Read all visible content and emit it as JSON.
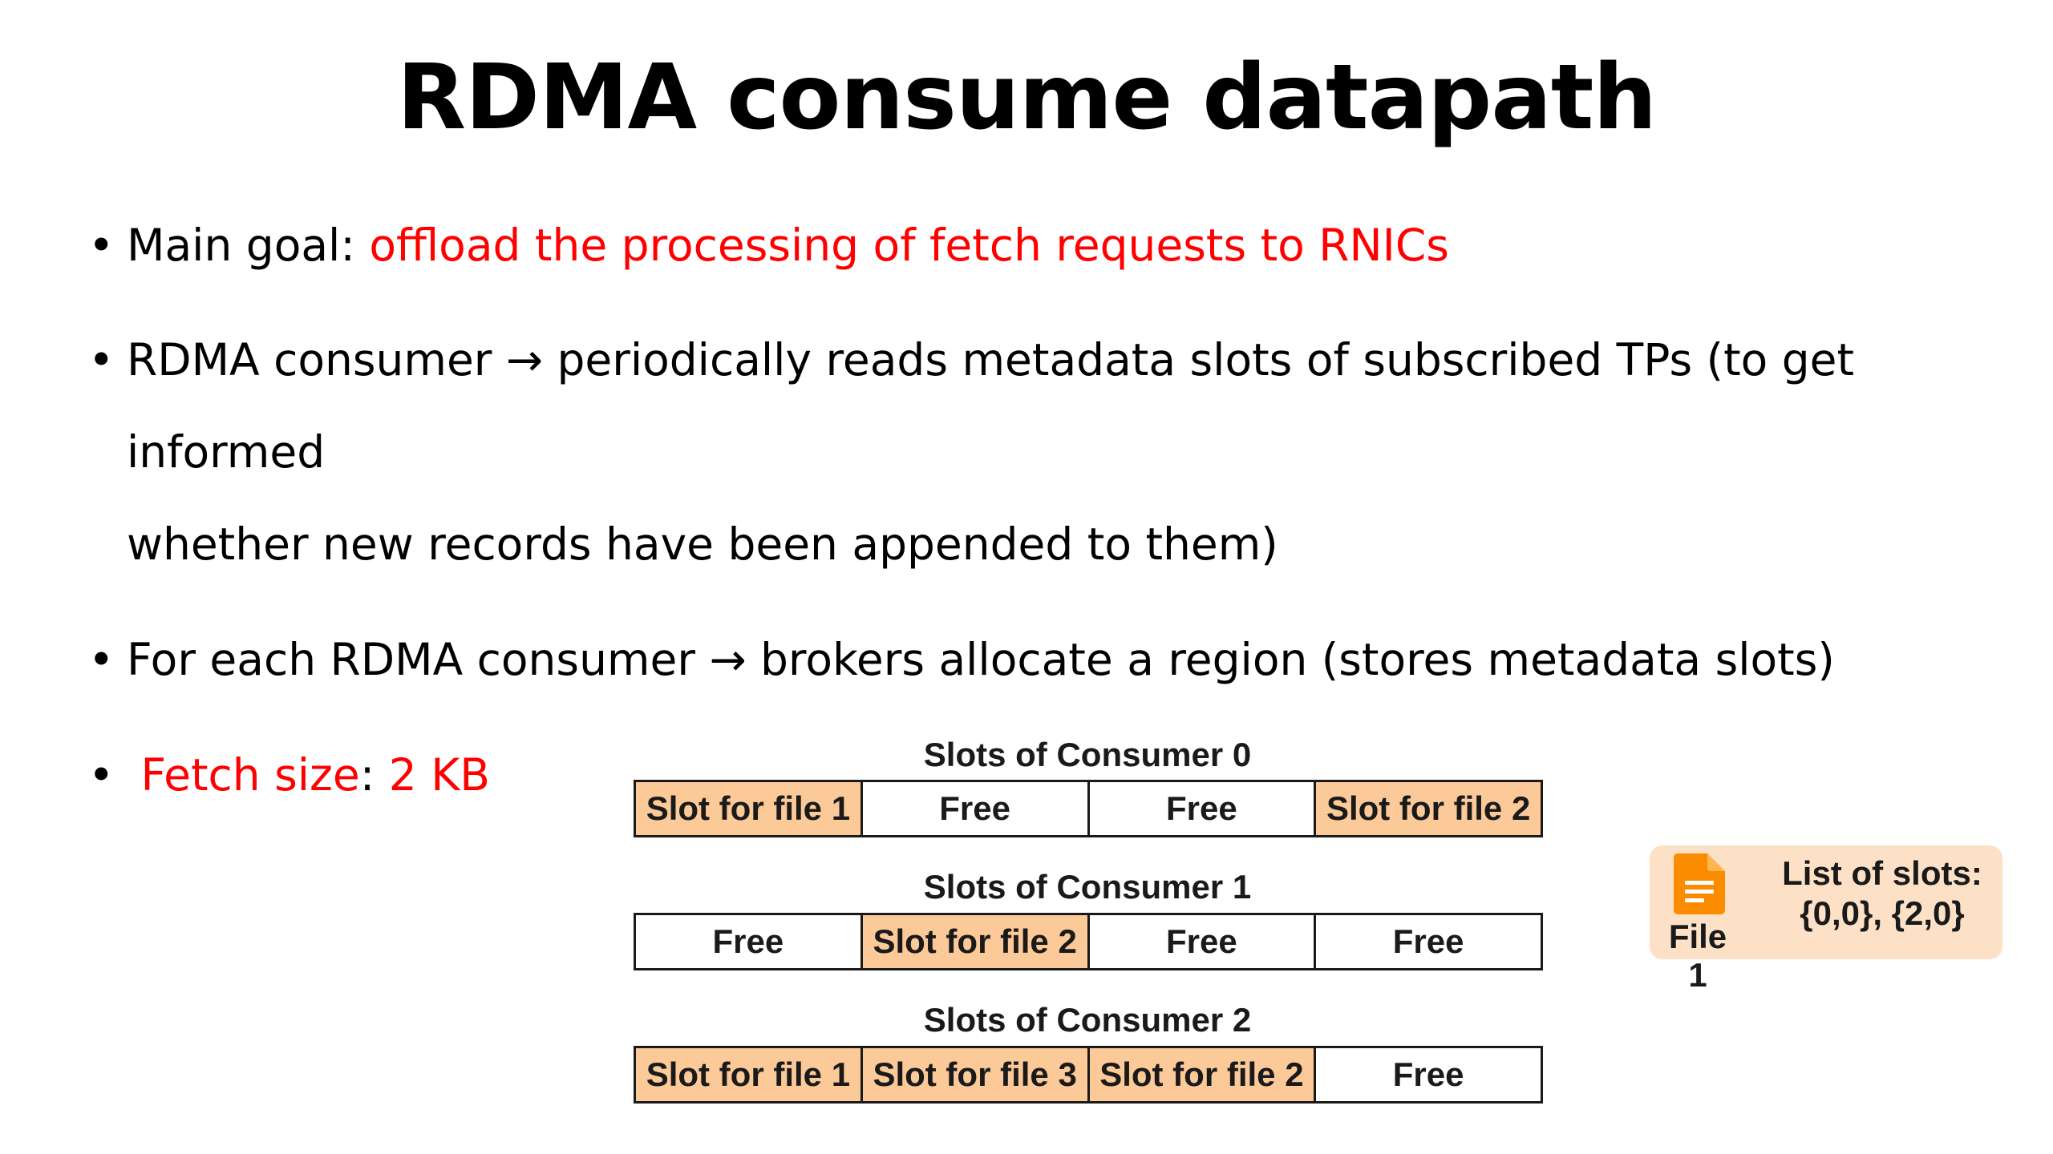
{
  "title": "RDMA consume datapath",
  "bullets": [
    {
      "prefix": "Main goal: ",
      "highlight": "offload the processing of fetch requests to RNICs",
      "suffix": ""
    },
    {
      "text_line1": "RDMA consumer → periodically reads metadata slots of subscribed TPs (to get informed",
      "text_line2": "whether new records have been appended to them)"
    },
    {
      "text": "For each RDMA consumer → brokers allocate a region (stores metadata slots)"
    },
    {
      "label": "Fetch size",
      "sep": ": ",
      "value": "2 KB"
    }
  ],
  "diagram": {
    "consumers": [
      {
        "label": "Slots of Consumer 0",
        "slots": [
          {
            "text": "Slot for file 1",
            "filled": true
          },
          {
            "text": "Free",
            "filled": false
          },
          {
            "text": "Free",
            "filled": false
          },
          {
            "text": "Slot for file 2",
            "filled": true
          }
        ]
      },
      {
        "label": "Slots of Consumer 1",
        "slots": [
          {
            "text": "Free",
            "filled": false
          },
          {
            "text": "Slot for file 2",
            "filled": true
          },
          {
            "text": "Free",
            "filled": false
          },
          {
            "text": "Free",
            "filled": false
          }
        ]
      },
      {
        "label": "Slots of Consumer 2",
        "slots": [
          {
            "text": "Slot for file 1",
            "filled": true
          },
          {
            "text": "Slot for file 3",
            "filled": true
          },
          {
            "text": "Slot for file 2",
            "filled": true
          },
          {
            "text": "Free",
            "filled": false
          }
        ]
      }
    ],
    "legend": {
      "file_label": "File 1",
      "list_title": "List of slots:",
      "list_value": "{0,0}, {2,0}",
      "icon": "document-icon"
    },
    "colors": {
      "filled_slot": "#fcc998",
      "legend_bg": "#fce1c6",
      "icon": "#fb8c00",
      "highlight_text": "#ff0000"
    }
  }
}
